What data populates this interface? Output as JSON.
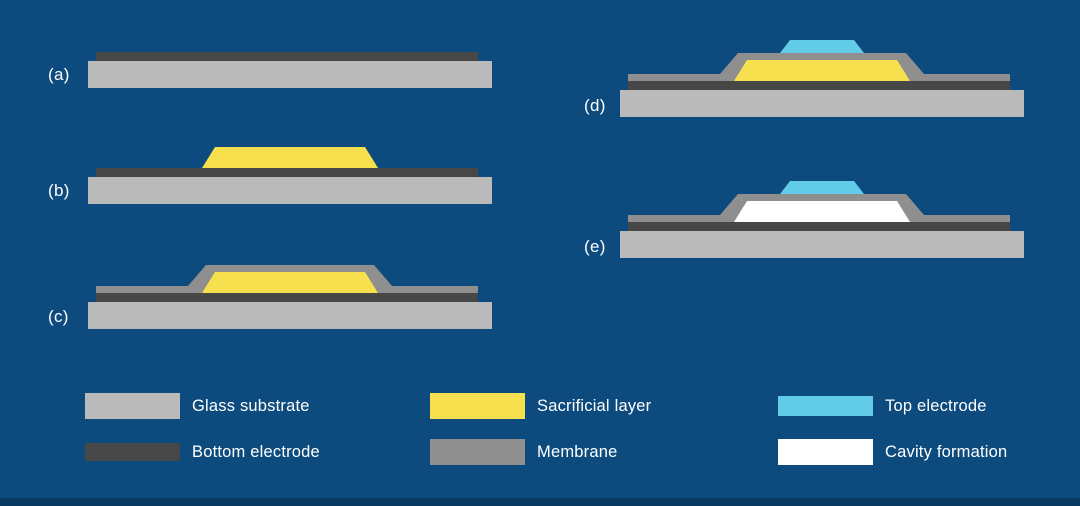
{
  "colors": {
    "background": "#0d4b7e",
    "footer_bar": "#083a60",
    "glass_substrate": "#bababa",
    "bottom_electrode": "#474747",
    "sacrificial_layer": "#f7e04e",
    "membrane": "#8f8f8f",
    "top_electrode": "#62cbe8",
    "cavity": "#ffffff",
    "label_text": "#ffffff"
  },
  "steps": [
    {
      "label": "(a)",
      "layers": [
        "glass_substrate",
        "bottom_electrode"
      ]
    },
    {
      "label": "(b)",
      "layers": [
        "glass_substrate",
        "bottom_electrode",
        "sacrificial_layer"
      ]
    },
    {
      "label": "(c)",
      "layers": [
        "glass_substrate",
        "bottom_electrode",
        "sacrificial_layer",
        "membrane"
      ]
    },
    {
      "label": "(d)",
      "layers": [
        "glass_substrate",
        "bottom_electrode",
        "sacrificial_layer",
        "membrane",
        "top_electrode"
      ]
    },
    {
      "label": "(e)",
      "layers": [
        "glass_substrate",
        "bottom_electrode",
        "cavity",
        "membrane",
        "top_electrode"
      ]
    }
  ],
  "legend": [
    {
      "key": "glass_substrate",
      "label": "Glass substrate"
    },
    {
      "key": "bottom_electrode",
      "label": "Bottom electrode"
    },
    {
      "key": "sacrificial_layer",
      "label": "Sacrificial layer"
    },
    {
      "key": "membrane",
      "label": "Membrane"
    },
    {
      "key": "top_electrode",
      "label": "Top electrode"
    },
    {
      "key": "cavity",
      "label": "Cavity formation"
    }
  ]
}
